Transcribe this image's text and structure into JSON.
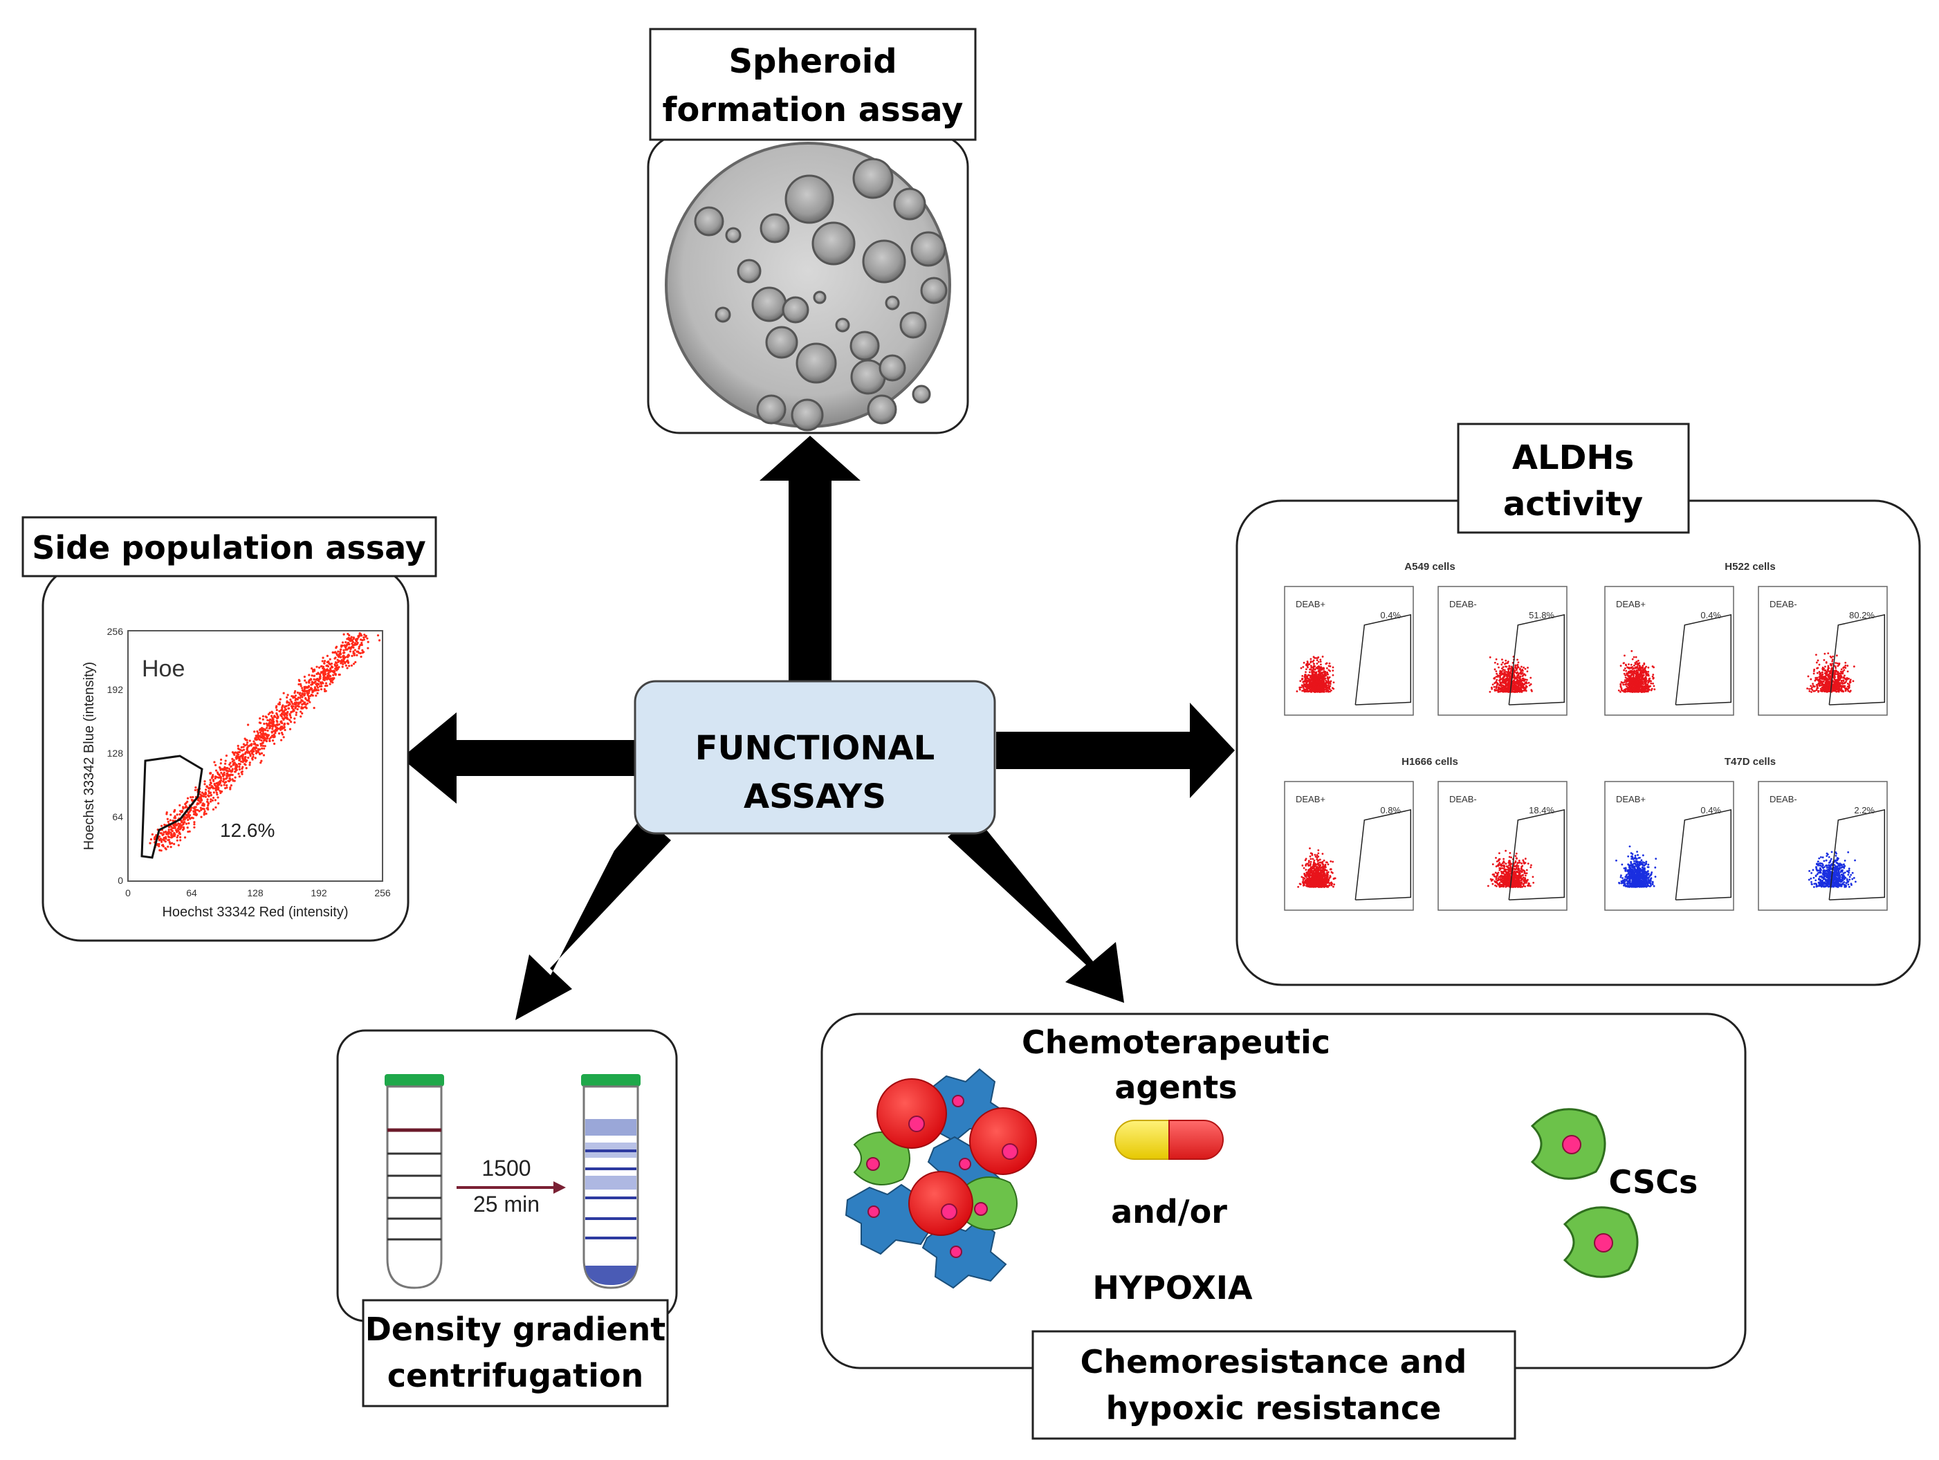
{
  "center": {
    "line1": "FUNCTIONAL",
    "line2": "ASSAYS"
  },
  "spheroid": {
    "line1": "Spheroid",
    "line2": "formation assay"
  },
  "side_population": {
    "title": "Side population assay",
    "gate_label": "Hoe",
    "percent": "12.6%",
    "ylabel": "Hoechst 33342 Blue (intensity)",
    "xlabel": "Hoechst 33342 Red (intensity)",
    "ticks": [
      "0",
      "64",
      "128",
      "192",
      "256"
    ]
  },
  "aldh": {
    "line1": "ALDHs",
    "line2": "activity",
    "panels": [
      {
        "cells": "A549 cells",
        "left_tag": "DEAB+",
        "left_pct": "0.4%",
        "right_tag": "DEAB-",
        "right_pct": "51.8%",
        "color": "#e8141b"
      },
      {
        "cells": "H522 cells",
        "left_tag": "DEAB+",
        "left_pct": "0.4%",
        "right_tag": "DEAB-",
        "right_pct": "80.2%",
        "color": "#e8141b"
      },
      {
        "cells": "H1666 cells",
        "left_tag": "DEAB+",
        "left_pct": "0.8%",
        "right_tag": "DEAB-",
        "right_pct": "18.4%",
        "color": "#e8141b"
      },
      {
        "cells": "T47D cells",
        "left_tag": "DEAB+",
        "left_pct": "0.4%",
        "right_tag": "DEAB-",
        "right_pct": "2.2%",
        "color": "#1a2fe0"
      }
    ]
  },
  "density": {
    "line1": "Density gradient",
    "line2": "centrifugation",
    "speed": "1500",
    "time": "25 min"
  },
  "chemo": {
    "agents1": "Chemoterapeutic",
    "agents2": "agents",
    "andor": "and/or",
    "hypoxia": "HYPOXIA",
    "result": "CSCs",
    "title1": "Chemoresistance and",
    "title2": "hypoxic resistance"
  },
  "colors": {
    "center_fill": "#d6e5f3",
    "arrow": "#000000",
    "cell_red": "#e8141b",
    "cell_green": "#6cc24a",
    "cell_blue": "#2f7fc1",
    "nucleus": "#ff2e8a"
  }
}
